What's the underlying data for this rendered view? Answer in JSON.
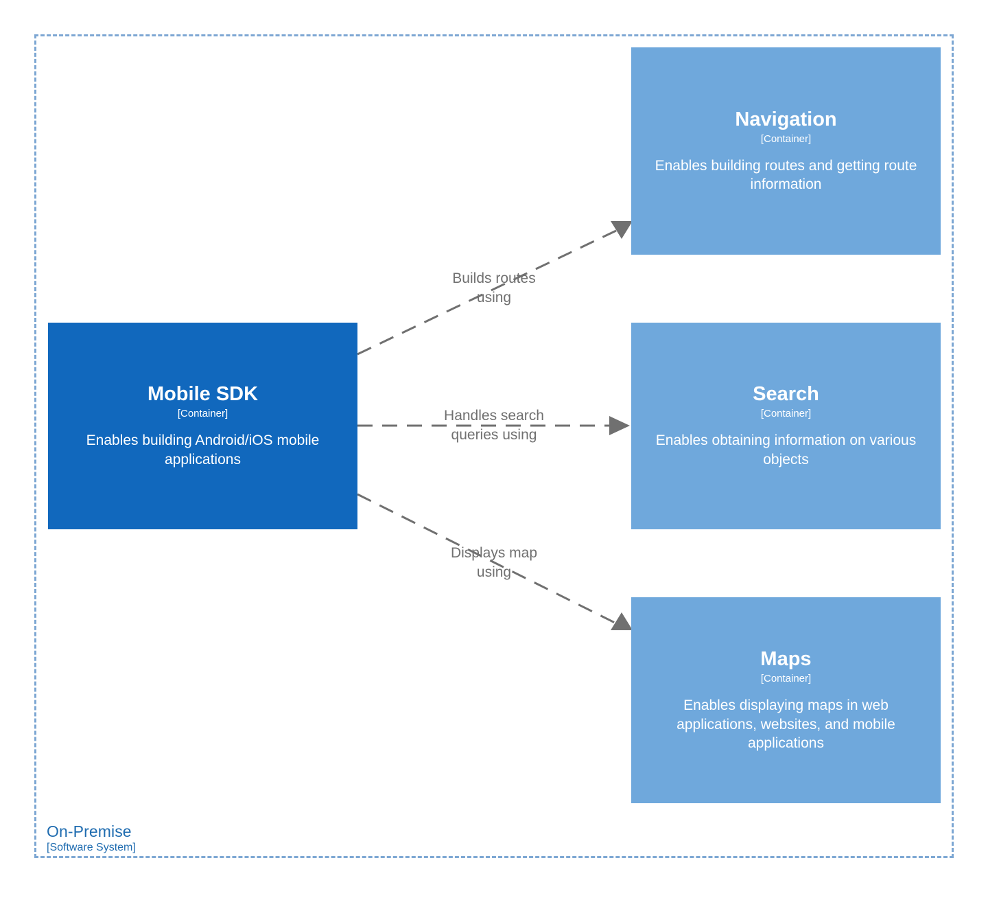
{
  "diagram": {
    "type": "c4-container-diagram",
    "boundary": {
      "name": "On-Premise",
      "type": "[Software System]",
      "style": "dashed",
      "color": "#7da7d3",
      "label_color": "#1f6cb0"
    },
    "colors": {
      "primary_node": "#1168bd",
      "secondary_node": "#6fa8dc",
      "node_text": "#ffffff",
      "relationship": "#707070",
      "background": "#ffffff"
    },
    "nodes": [
      {
        "id": "mobile-sdk",
        "title": "Mobile SDK",
        "type": "[Container]",
        "description": "Enables building Android/iOS mobile applications",
        "color": "#1168bd"
      },
      {
        "id": "navigation",
        "title": "Navigation",
        "type": "[Container]",
        "description": "Enables building routes and getting route information",
        "color": "#6fa8dc"
      },
      {
        "id": "search",
        "title": "Search",
        "type": "[Container]",
        "description": "Enables obtaining information on various objects",
        "color": "#6fa8dc"
      },
      {
        "id": "maps",
        "title": "Maps",
        "type": "[Container]",
        "description": "Enables displaying maps in web applications, websites, and mobile applications",
        "color": "#6fa8dc"
      }
    ],
    "relationships": [
      {
        "id": "rel-navigation",
        "from": "mobile-sdk",
        "to": "navigation",
        "label": "Builds routes\nusing",
        "style": "dashed",
        "arrow": "filled-triangle"
      },
      {
        "id": "rel-search",
        "from": "mobile-sdk",
        "to": "search",
        "label": "Handles search\nqueries using",
        "style": "dashed",
        "arrow": "filled-triangle"
      },
      {
        "id": "rel-maps",
        "from": "mobile-sdk",
        "to": "maps",
        "label": "Displays map\nusing",
        "style": "dashed",
        "arrow": "filled-triangle"
      }
    ]
  }
}
